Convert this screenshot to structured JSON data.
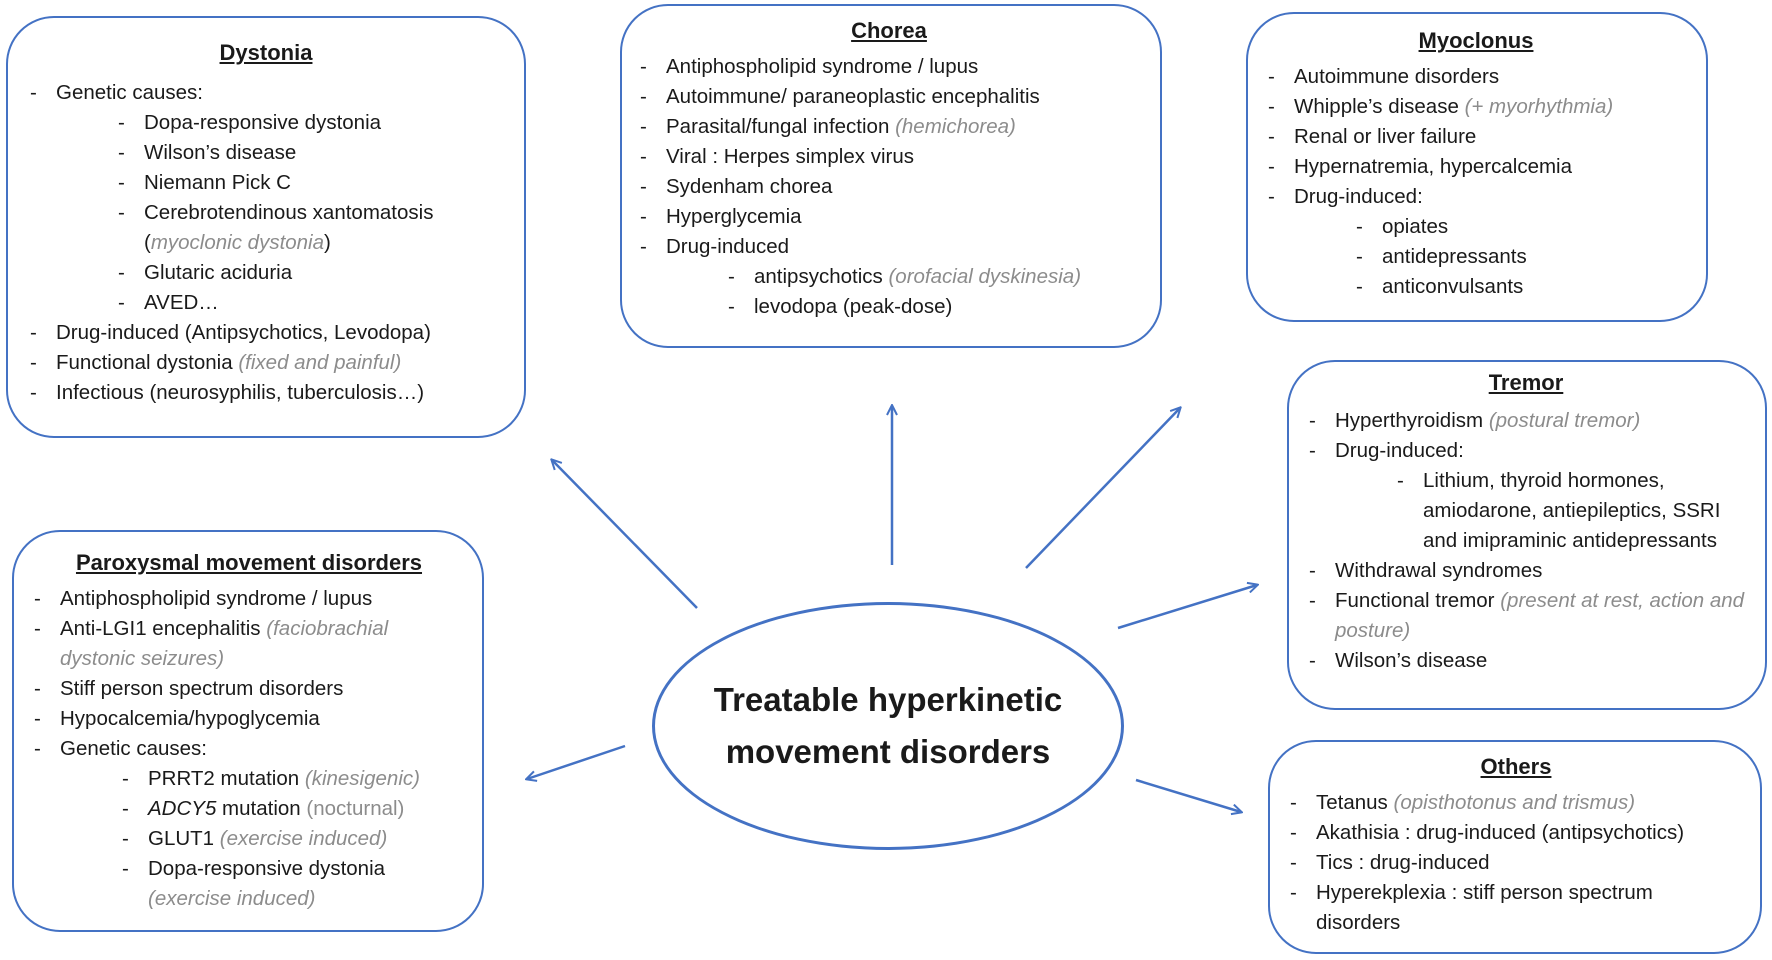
{
  "center": {
    "title": "Treatable hyperkinetic movement disorders"
  },
  "dystonia": {
    "title": "Dystonia",
    "genetic_label": "Genetic causes:",
    "genetic_items": [
      "Dopa-responsive dystonia",
      "Wilson’s disease",
      "Niemann Pick C"
    ],
    "ctx_text": "Cerebrotendinous xantomatosis",
    "ctx_note": "myoclonic dystonia",
    "genetic_items_2": [
      "Glutaric aciduria",
      "AVED…"
    ],
    "drug": "Drug-induced (Antipsychotics, Levodopa)",
    "functional_text": "Functional dystonia",
    "functional_note": "(fixed and painful)",
    "infectious": "Infectious (neurosyphilis, tuberculosis…)"
  },
  "chorea": {
    "title": "Chorea",
    "items": [
      "Antiphospholipid syndrome / lupus",
      "Autoimmune/ paraneoplastic encephalitis"
    ],
    "parasital_text": "Parasital/fungal infection",
    "parasital_note": "(hemichorea)",
    "items_2": [
      "Viral : Herpes simplex virus",
      "Sydenham chorea",
      "Hyperglycemia",
      "Drug-induced"
    ],
    "antipsychotics_text": "antipsychotics",
    "antipsychotics_note": "(orofacial dyskinesia)",
    "levodopa": "levodopa (peak-dose)"
  },
  "myoclonus": {
    "title": "Myoclonus",
    "autoimmune": "Autoimmune disorders",
    "whipple_text": "Whipple’s disease",
    "whipple_note": "(+ myorhythmia)",
    "items": [
      "Renal or liver failure",
      "Hypernatremia, hypercalcemia",
      "Drug-induced:"
    ],
    "drugs": [
      "opiates",
      "antidepressants",
      "anticonvulsants"
    ]
  },
  "tremor": {
    "title": "Tremor",
    "hyper_text": "Hyperthyroidism",
    "hyper_note": "(postural tremor)",
    "drug": "Drug-induced:",
    "drug_sub": "Lithium, thyroid hormones, amiodarone, antiepileptics, SSRI and imipraminic antidepressants",
    "withdrawal": "Withdrawal syndromes",
    "functional_text": "Functional tremor",
    "functional_note": "(present at rest, action and posture)",
    "wilson": "Wilson’s disease"
  },
  "paroxysmal": {
    "title": "Paroxysmal movement disorders",
    "aps": "Antiphospholipid syndrome / lupus",
    "lgi1_text": "Anti-LGI1 encephalitis",
    "lgi1_note": "(faciobrachial dystonic seizures)",
    "stiff": "Stiff person spectrum disorders",
    "hypo": "Hypocalcemia/hypoglycemia",
    "genetic": "Genetic causes:",
    "prrt2_text": "PRRT2 mutation",
    "prrt2_note": "(kinesigenic)",
    "adcy5_gene": "ADCY5",
    "adcy5_text": " mutation",
    "adcy5_note": "(nocturnal)",
    "glut1_text": "GLUT1",
    "glut1_note": "(exercise induced)",
    "dopa_text": "Dopa-responsive dystonia",
    "dopa_note": "(exercise induced)"
  },
  "others": {
    "title": "Others",
    "tetanus_text": "Tetanus",
    "tetanus_note": "(opisthotonus and trismus)",
    "items": [
      "Akathisia : drug-induced (antipsychotics)",
      "Tics : drug-induced",
      "Hyperekplexia : stiff person spectrum disorders"
    ]
  },
  "colors": {
    "accent": "#4472c4",
    "note": "#8c8c8c"
  }
}
